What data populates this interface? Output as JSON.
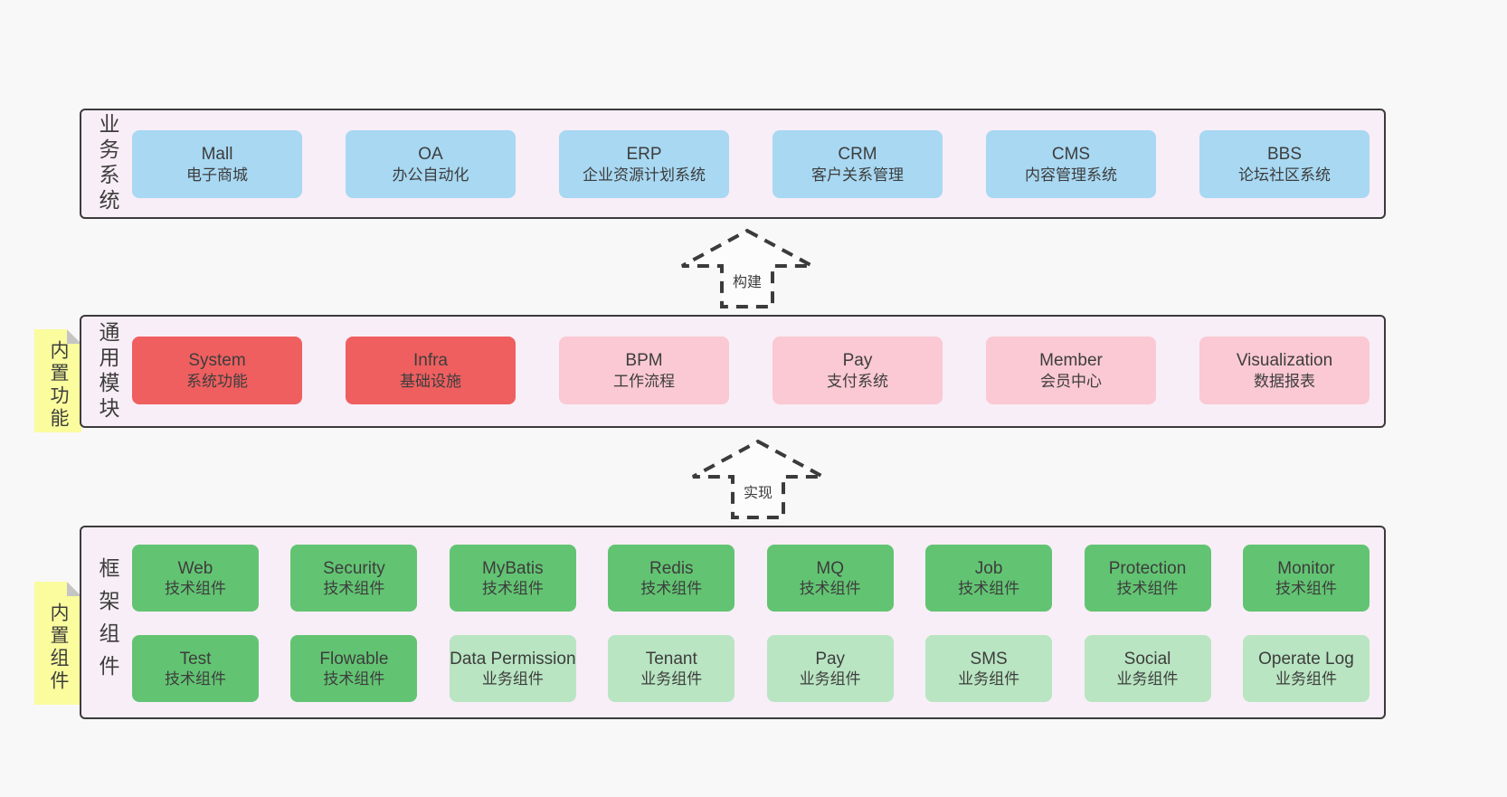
{
  "colors": {
    "page_bg": "#f8f8f8",
    "panel_bg": "#f8eef7",
    "panel_border": "#3b3b3b",
    "text": "#3d3d3d",
    "sticky_bg": "#fafc9d",
    "sticky_fold": "#c5c5c5",
    "blue": "#a8d8f2",
    "red": "#ef5f5f",
    "pink": "#fac9d3",
    "green": "#62c472",
    "green_light": "#b9e5c2",
    "arrow_fill": "#fcfcfc"
  },
  "arrows": [
    {
      "label": "构建"
    },
    {
      "label": "实现"
    }
  ],
  "layers": [
    {
      "id": "business-systems",
      "label": "业务系统",
      "sticky": null,
      "rows": [
        [
          {
            "name": "Mall",
            "sub": "电子商城",
            "variant": "blue"
          },
          {
            "name": "OA",
            "sub": "办公自动化",
            "variant": "blue"
          },
          {
            "name": "ERP",
            "sub": "企业资源计划系统",
            "variant": "blue"
          },
          {
            "name": "CRM",
            "sub": "客户关系管理",
            "variant": "blue"
          },
          {
            "name": "CMS",
            "sub": "内容管理系统",
            "variant": "blue"
          },
          {
            "name": "BBS",
            "sub": "论坛社区系统",
            "variant": "blue"
          }
        ]
      ]
    },
    {
      "id": "common-modules",
      "label": "通用模块",
      "sticky": "内置功能",
      "rows": [
        [
          {
            "name": "System",
            "sub": "系统功能",
            "variant": "red"
          },
          {
            "name": "Infra",
            "sub": "基础设施",
            "variant": "red"
          },
          {
            "name": "BPM",
            "sub": "工作流程",
            "variant": "pink"
          },
          {
            "name": "Pay",
            "sub": "支付系统",
            "variant": "pink"
          },
          {
            "name": "Member",
            "sub": "会员中心",
            "variant": "pink"
          },
          {
            "name": "Visualization",
            "sub": "数据报表",
            "variant": "pink"
          }
        ]
      ]
    },
    {
      "id": "framework-components",
      "label": "框架组件",
      "sticky": "内置组件",
      "rows": [
        [
          {
            "name": "Web",
            "sub": "技术组件",
            "variant": "green"
          },
          {
            "name": "Security",
            "sub": "技术组件",
            "variant": "green"
          },
          {
            "name": "MyBatis",
            "sub": "技术组件",
            "variant": "green"
          },
          {
            "name": "Redis",
            "sub": "技术组件",
            "variant": "green"
          },
          {
            "name": "MQ",
            "sub": "技术组件",
            "variant": "green"
          },
          {
            "name": "Job",
            "sub": "技术组件",
            "variant": "green"
          },
          {
            "name": "Protection",
            "sub": "技术组件",
            "variant": "green"
          },
          {
            "name": "Monitor",
            "sub": "技术组件",
            "variant": "green"
          }
        ],
        [
          {
            "name": "Test",
            "sub": "技术组件",
            "variant": "green"
          },
          {
            "name": "Flowable",
            "sub": "技术组件",
            "variant": "green"
          },
          {
            "name": "Data Permission",
            "sub": "业务组件",
            "variant": "green-light"
          },
          {
            "name": "Tenant",
            "sub": "业务组件",
            "variant": "green-light"
          },
          {
            "name": "Pay",
            "sub": "业务组件",
            "variant": "green-light"
          },
          {
            "name": "SMS",
            "sub": "业务组件",
            "variant": "green-light"
          },
          {
            "name": "Social",
            "sub": "业务组件",
            "variant": "green-light"
          },
          {
            "name": "Operate Log",
            "sub": "业务组件",
            "variant": "green-light"
          }
        ]
      ]
    }
  ]
}
